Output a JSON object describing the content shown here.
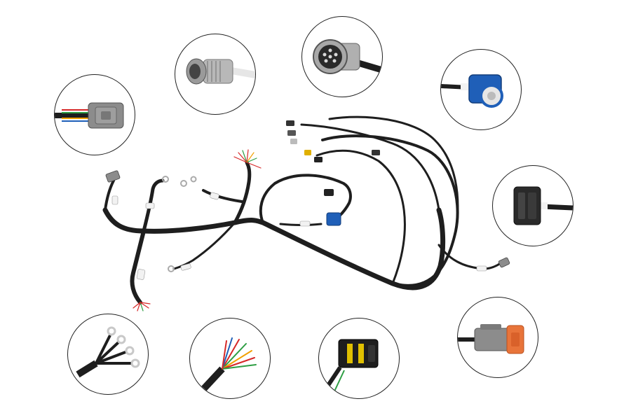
{
  "image": {
    "subject": "wire-harness-product-photo",
    "background": "#ffffff",
    "colors": {
      "cable": "#1e1e1e",
      "sleeve": "#2a2a2a",
      "connector_grey": "#8c8c8c",
      "connector_blue": "#1f5fb8",
      "connector_orange": "#e8743a",
      "wire_red": "#d62828",
      "wire_green": "#2e9e44",
      "wire_white": "#f2f2f2",
      "metal": "#b8b8b8",
      "outline": "#222222"
    },
    "callouts": [
      {
        "name": "grey-deutsch-connector-callout",
        "icon": "grey-multi-pin-connector-icon"
      },
      {
        "name": "metal-circular-plug-callout",
        "icon": "metal-circular-plug-icon"
      },
      {
        "name": "circular-socket-callout",
        "icon": "circular-socket-icon"
      },
      {
        "name": "blue-sealed-connector-callout",
        "icon": "blue-sealed-connector-icon"
      },
      {
        "name": "black-sensor-connector-callout",
        "icon": "black-sensor-connector-icon"
      },
      {
        "name": "orange-deutsch-connector-callout",
        "icon": "orange-deutsch-connector-icon"
      },
      {
        "name": "black-superseal-connector-callout",
        "icon": "black-superseal-connector-icon"
      },
      {
        "name": "loose-colored-wires-callout",
        "icon": "loose-wires-icon"
      },
      {
        "name": "ring-terminals-callout",
        "icon": "ring-terminal-icon"
      }
    ]
  }
}
